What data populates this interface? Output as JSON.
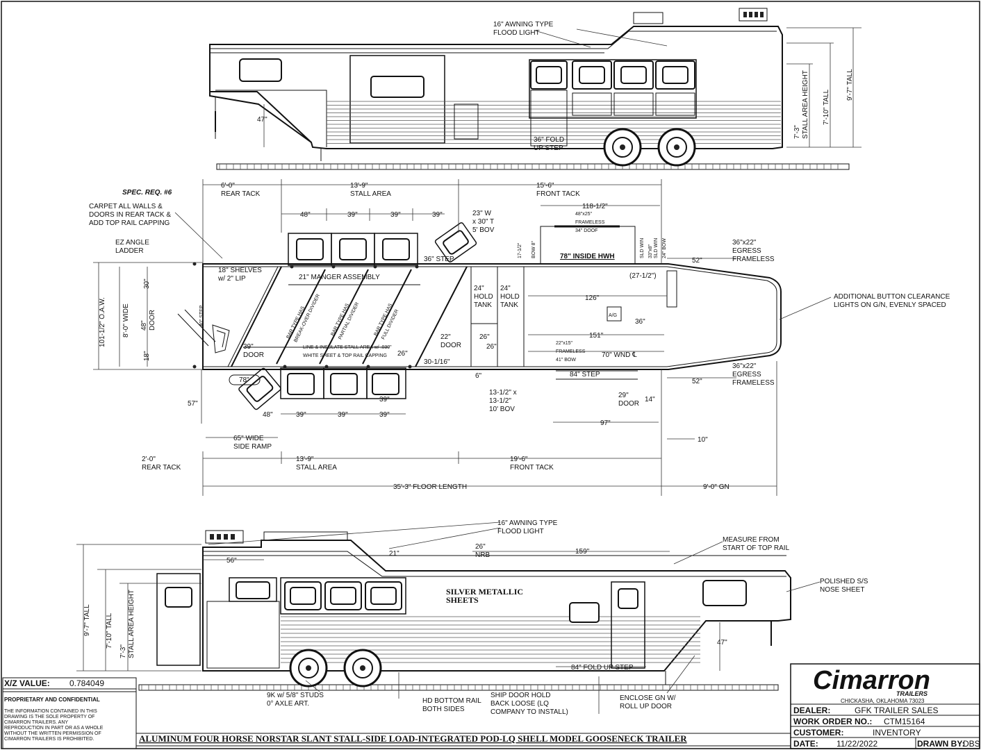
{
  "side_top": {
    "awning_label": "16\" AWNING TYPE\nFLOOD LIGHT",
    "step": "36\" FOLD\nUP STEP",
    "h47": "47\"",
    "h_stall": "7'-3\"\nSTALL AREA HEIGHT",
    "h_710": "7'-10\" TALL",
    "h_97": "9'-7\" TALL"
  },
  "plan": {
    "spec": "SPEC. REQ. #6",
    "carpet": "CARPET ALL WALLS &\nDOORS IN REAR TACK &\nADD TOP RAIL CAPPING",
    "ladder": "EZ ANGLE\nLADDER",
    "rear_tack_top": "6'-0\"\nREAR TACK",
    "stall_top": "13'-9\"\nSTALL AREA",
    "front_top": "15'-6\"\nFRONT TACK",
    "d48": "48\"",
    "d39a": "39\"",
    "d39b": "39\"",
    "d39c": "39\"",
    "bov": "23\" W\nx 30\" T\n5' BOV",
    "d118": "118-1/2\"",
    "frameless_top": "48\"x25\"\nFRAMELESS\n34\" DOOF",
    "hwh": "78\" INSIDE HWH",
    "b33a": "BOW 8\"",
    "b33b": "SLD WIN\n33\"x8\"",
    "b33c": "SLD WIN\n24\" BOW",
    "d171": "17-1/2\"",
    "shelves": "18\" SHELVES\nw/ 2\" LIP",
    "step36": "36\" STEP",
    "manger": "21\" MANGER ASSEMBLY",
    "d52a": "52\"",
    "egress_top": "36\"x22\"\nEGRESS\nFRAMELESS",
    "d27": "(27-1/2\")",
    "clearance": "ADDITIONAL BUTTON CLEARANCE\nLIGHTS ON G/N, EVENLY SPACED",
    "oaw": "101-1/2\" O.A.W.",
    "wide": "8'-0\" WIDE",
    "d30": "30\"",
    "door48": "48\"\nDOOR",
    "d18": "18\"",
    "step40": "40\" STEP",
    "div1": "BAR TYPE HAS\nBREAK-OVER DIVIDER",
    "div2": "BAR TYPE HAS\nPARTIAL DIVIDER",
    "div3": "BAR TYPE HAS\nFULL DIVIDER",
    "hold1": "24\"\nHOLD\nTANK",
    "hold2": "24\"\nHOLD\nTANK",
    "d126": "126\"",
    "avg": "A/G",
    "d36": "36\"",
    "d151": "151\"",
    "frameless_mid": "22\"x15\"\nFRAMELESS\n41\" BOW",
    "wnd": "70\" WND ℄",
    "door22": "22\"\nDOOR",
    "d26a": "26\"",
    "d26b": "26\"",
    "d26c": "26\"",
    "d301": "30-1/16\"",
    "d6": "6\"",
    "door39": "39\"\nDOOR",
    "line_note": "LINE & INSULATE STALL AREA w/ .030\"\nWHITE SHEET & TOP RAIL CAPPING",
    "d78": "78\"",
    "step84": "84\" STEP",
    "door29": "29\"\nDOOR",
    "d14": "14\"",
    "d52b": "52\"",
    "egress_bot": "36\"x22\"\nEGRESS\nFRAMELESS",
    "bov13": "13-1/2\" x\n13-1/2\"\n10' BOV",
    "d97": "97\"",
    "d57": "57\"",
    "d48b": "48\"",
    "d39d": "39\"",
    "d39e": "39\"",
    "d39f": "39\"",
    "d39g": "39\"",
    "ramp": "65\" WIDE\nSIDE RAMP",
    "d10": "10\"",
    "rear_bot": "2'-0\"\nREAR TACK",
    "stall_bot": "13'-9\"\nSTALL AREA",
    "front_bot": "19'-6\"\nFRONT TACK",
    "floor": "35'-3\" FLOOR LENGTH",
    "gn": "9'-0\" GN"
  },
  "side_bottom": {
    "awning_label": "16\" AWNING TYPE\nFLOOD LIGHT",
    "nrb": "26\"\nNRB",
    "d159": "159\"",
    "d56": "56\"",
    "d21": "21\"",
    "measure": "MEASURE FROM\nSTART OF TOP RAIL",
    "nose": "POLISHED S/S\nNOSE SHEET",
    "silver": "SILVER METALLIC\nSHEETS",
    "h_97": "9'-7\" TALL",
    "h_710": "7'-10\" TALL",
    "h_stall": "7'-3\"\nSTALL AREA HEIGHT",
    "h47": "47\"",
    "step84": "84\" FOLD UP STEP",
    "studs": "9K w/ 5/8\" STUDS\n0° AXLE ART.",
    "rail": "HD BOTTOM RAIL\nBOTH SIDES",
    "ship": "SHIP DOOR HOLD\nBACK LOOSE (LQ\nCOMPANY TO INSTALL)",
    "enclose": "ENCLOSE GN W/\nROLL UP DOOR"
  },
  "title_block": {
    "xz_label": "X/Z VALUE:",
    "xz_value": "0.784049",
    "prop_title": "PROPRIETARY AND CONFIDENTIAL",
    "prop_text": "THE INFORMATION CONTAINED IN THIS\nDRAWING IS THE SOLE PROPERTY OF\nCIMARRON TRAILERS.  ANY\nREPRODUCTION IN PART OR AS A WHOLE\nWITHOUT THE WRITTEN PERMISSION OF\nCIMARRON TRAILERS IS PROHIBITED.",
    "drawing_title": "ALUMINUM FOUR HORSE NORSTAR SLANT STALL-SIDE LOAD-INTEGRATED POD-LQ SHELL MODEL GOOSENECK TRAILER",
    "logo_main": "Cimarron",
    "logo_sub": "TRAILERS",
    "city": "CHICKASHA, OKLAHOMA 73023",
    "dealer_label": "DEALER:",
    "dealer": "GFK TRAILER SALES",
    "wo_label": "WORK ORDER NO.:",
    "wo": "CTM15164",
    "customer_label": "CUSTOMER:",
    "customer": "INVENTORY",
    "date_label": "DATE:",
    "date": "11/22/2022",
    "drawn_label": "DRAWN BY:",
    "drawn": "DBS"
  }
}
